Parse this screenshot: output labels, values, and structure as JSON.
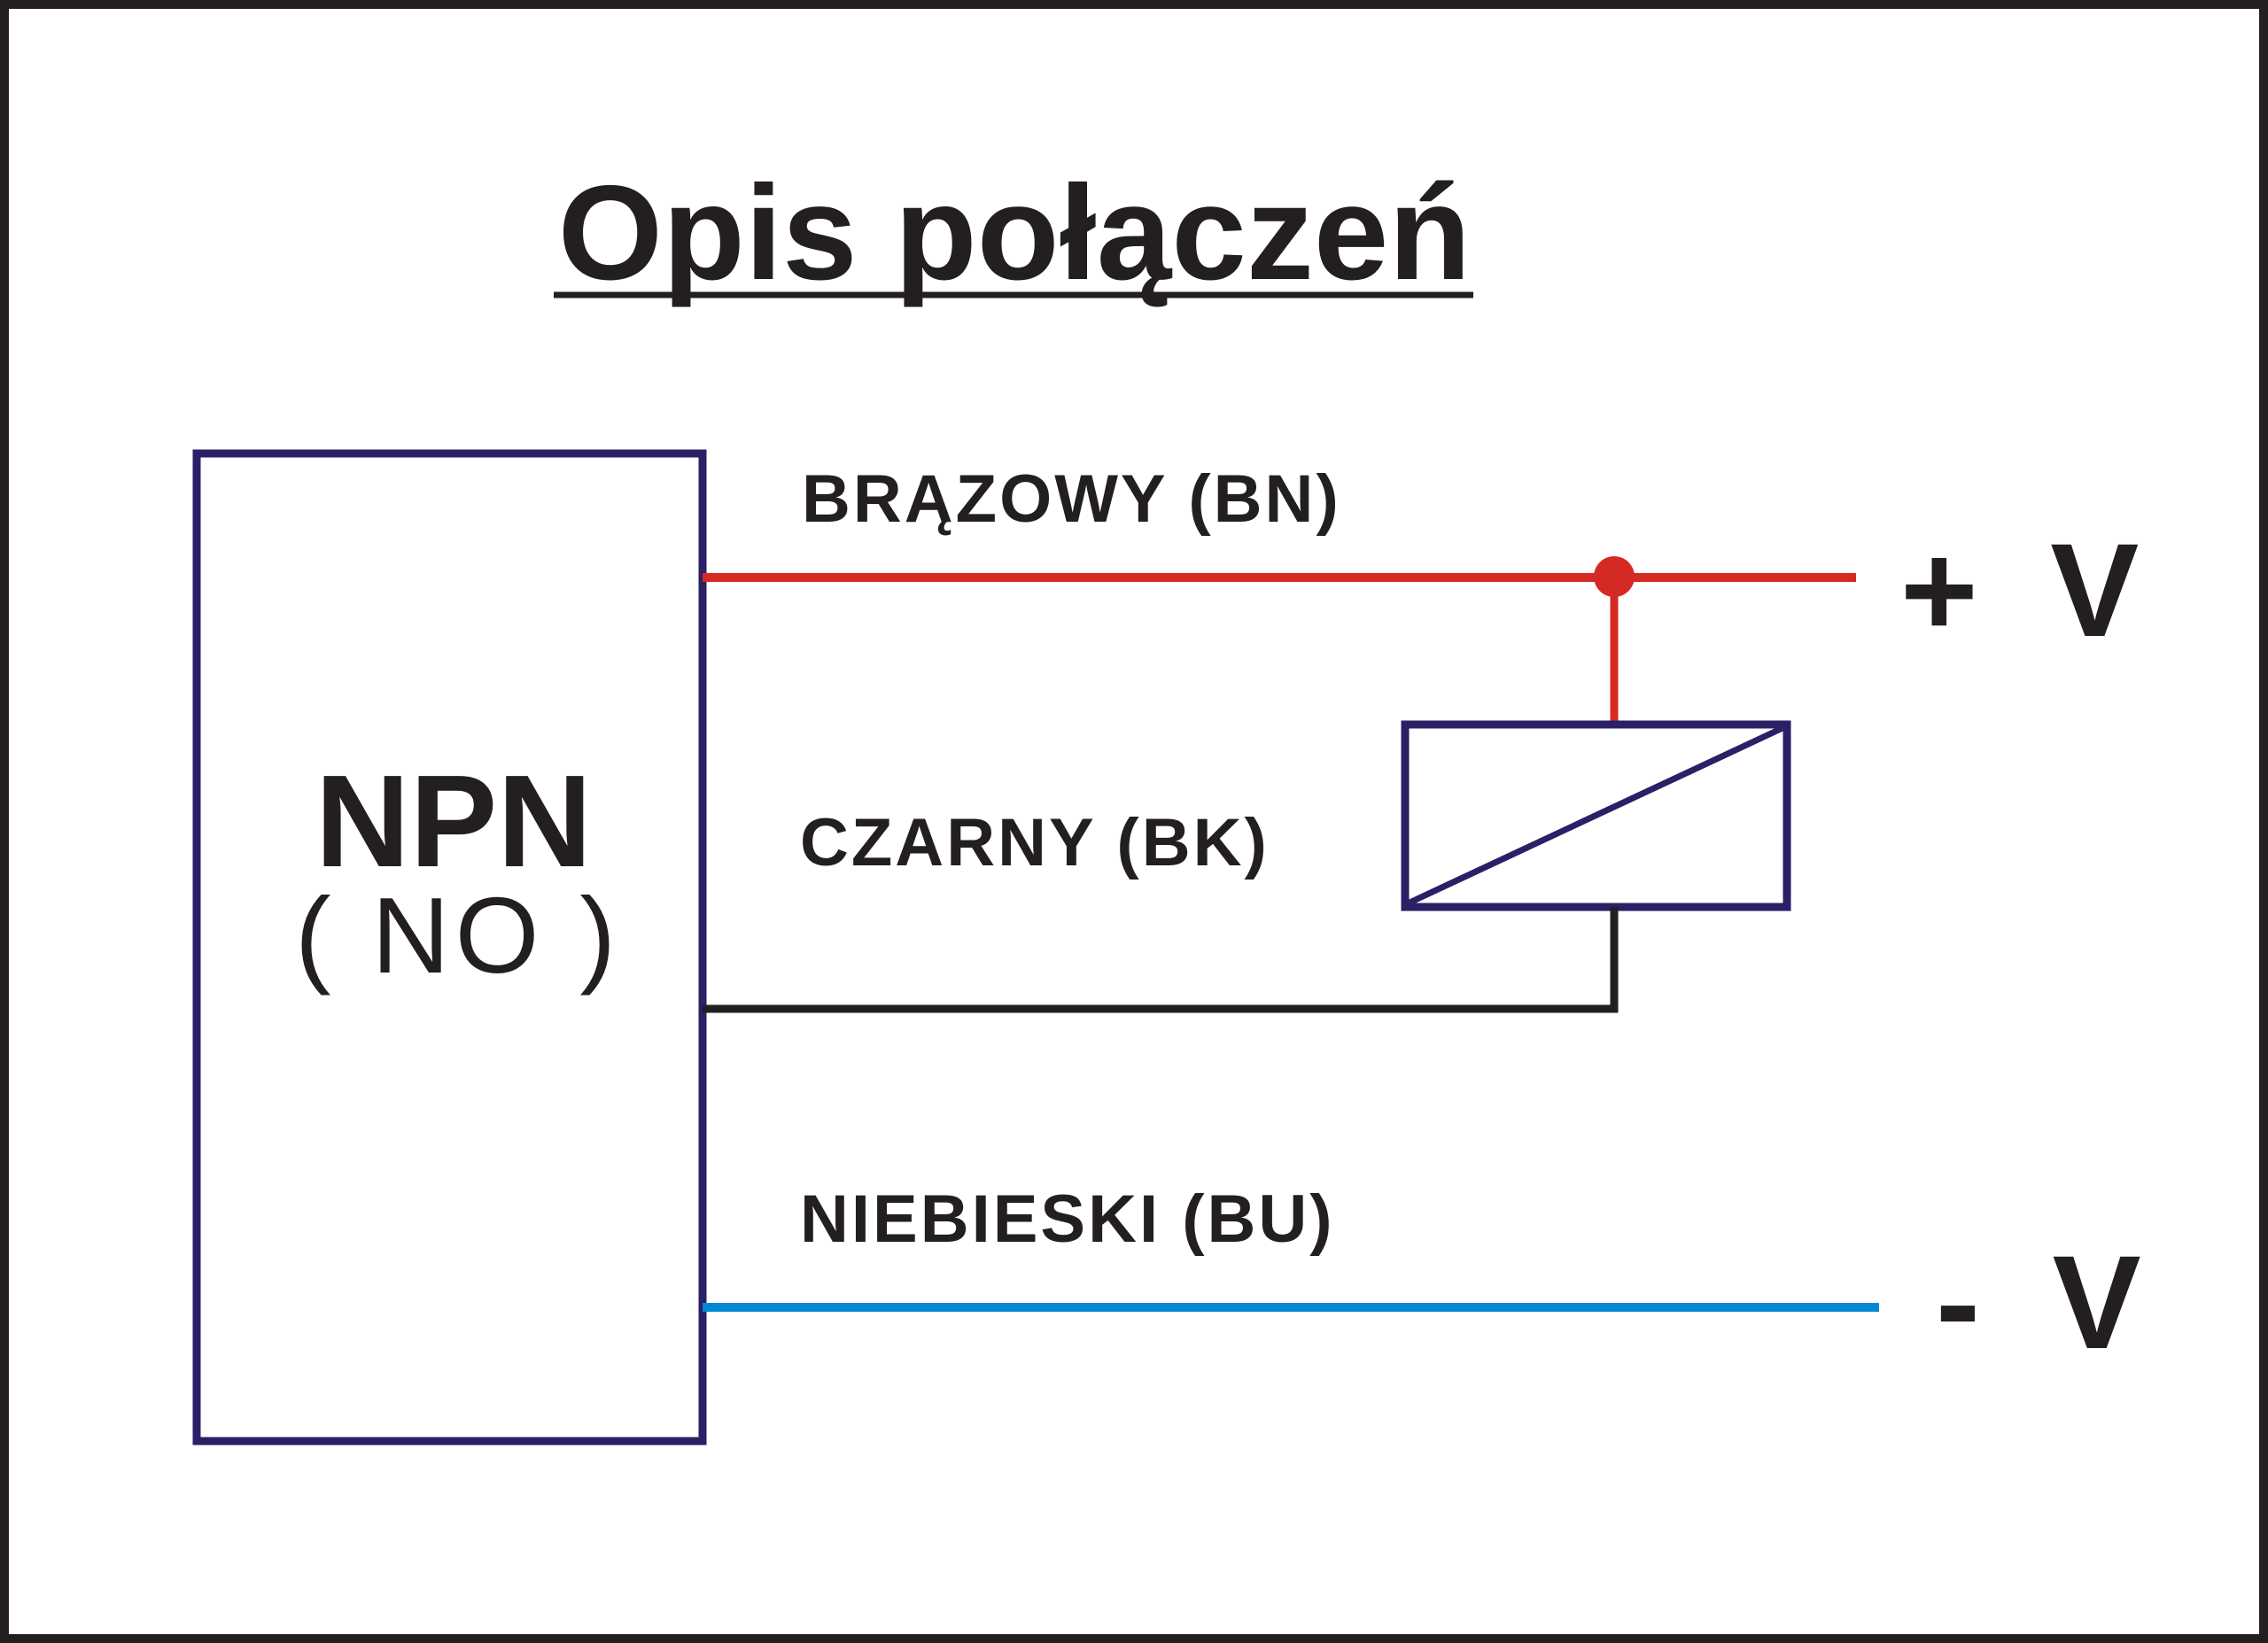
{
  "diagram": {
    "title": "Opis połączeń",
    "sensor": {
      "type": "NPN",
      "mode": "( NO )"
    },
    "wires": {
      "brown": {
        "label": "BRĄZOWY (BN)",
        "color": "#d42a23"
      },
      "black": {
        "label": "CZARNY (BK)",
        "color": "#231f20"
      },
      "blue": {
        "label": "NIEBIESKI (BU)",
        "color": "#0089d2"
      }
    },
    "supply": {
      "positive": "+ V",
      "negative": "- V"
    },
    "colors": {
      "frame": "#231f20",
      "box": "#2b1f66",
      "text": "#231f20"
    }
  }
}
